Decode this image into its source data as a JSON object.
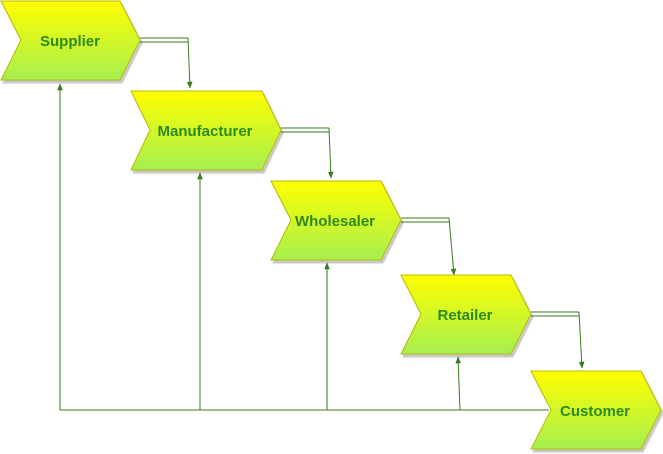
{
  "diagram": {
    "nodes": [
      {
        "id": "supplier",
        "label": "Supplier"
      },
      {
        "id": "manufacturer",
        "label": "Manufacturer"
      },
      {
        "id": "wholesaler",
        "label": "Wholesaler"
      },
      {
        "id": "retailer",
        "label": "Retailer"
      },
      {
        "id": "customer",
        "label": "Customer"
      }
    ],
    "flow_edges": [
      {
        "from": "supplier",
        "to": "manufacturer"
      },
      {
        "from": "manufacturer",
        "to": "wholesaler"
      },
      {
        "from": "wholesaler",
        "to": "retailer"
      },
      {
        "from": "retailer",
        "to": "customer"
      }
    ],
    "feedback_edges": [
      {
        "from": "customer",
        "to": "supplier"
      },
      {
        "from": "customer",
        "to": "manufacturer"
      },
      {
        "from": "customer",
        "to": "wholesaler"
      },
      {
        "from": "customer",
        "to": "retailer"
      }
    ],
    "colors": {
      "fill_top": "#ffff00",
      "fill_bottom": "#a6ef50",
      "stroke": "#b8b800",
      "label": "#2e8b1e",
      "edge": "#3a7a22"
    }
  }
}
